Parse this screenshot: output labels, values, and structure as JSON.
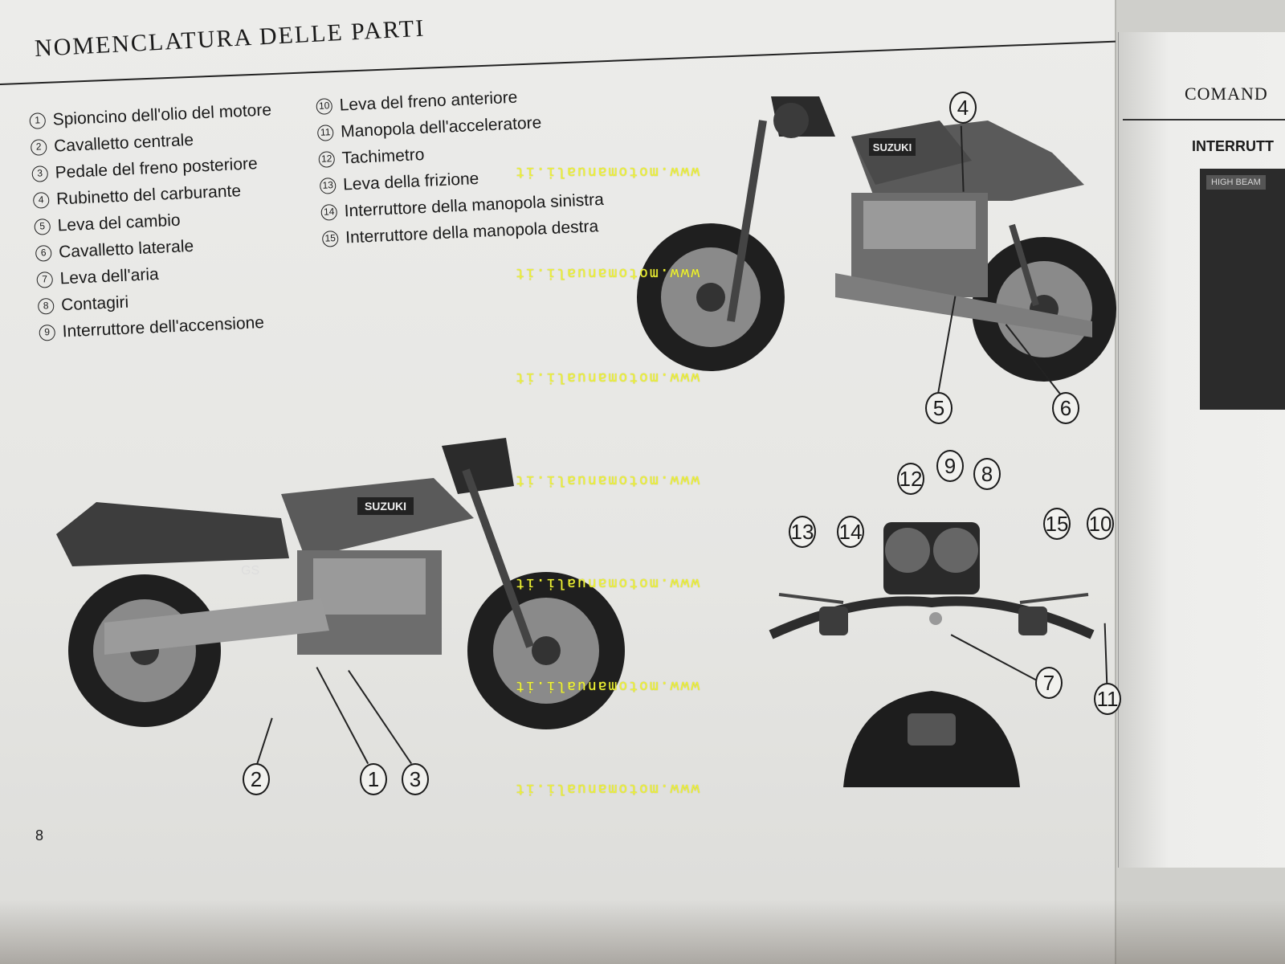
{
  "section_title": "NOMENCLATURA DELLE PARTI",
  "parts_col1": [
    {
      "num": "1",
      "label": "Spioncino dell'olio del motore"
    },
    {
      "num": "2",
      "label": "Cavalletto centrale"
    },
    {
      "num": "3",
      "label": "Pedale del freno posteriore"
    },
    {
      "num": "4",
      "label": "Rubinetto del carburante"
    },
    {
      "num": "5",
      "label": "Leva del cambio"
    },
    {
      "num": "6",
      "label": "Cavalletto laterale"
    },
    {
      "num": "7",
      "label": "Leva dell'aria"
    },
    {
      "num": "8",
      "label": "Contagiri"
    },
    {
      "num": "9",
      "label": "Interruttore dell'accensione"
    }
  ],
  "parts_col2": [
    {
      "num": "10",
      "label": "Leva del freno anteriore"
    },
    {
      "num": "11",
      "label": "Manopola dell'acceleratore"
    },
    {
      "num": "12",
      "label": "Tachimetro"
    },
    {
      "num": "13",
      "label": "Leva della frizione"
    },
    {
      "num": "14",
      "label": "Interruttore della manopola sinistra"
    },
    {
      "num": "15",
      "label": "Interruttore della manopola destra"
    }
  ],
  "callouts": {
    "photo1": [
      "4",
      "5",
      "6"
    ],
    "photo2": [
      "2",
      "1",
      "3"
    ],
    "photo3": [
      "12",
      "9",
      "8",
      "13",
      "14",
      "15",
      "10",
      "7",
      "11"
    ]
  },
  "tank_logo": "SUZUKI",
  "side_badge": "GS",
  "watermark": "www.motomanuali.it",
  "page_number": "8",
  "right_page": {
    "header": "COMAND",
    "subheader": "INTERRUTT",
    "photo_label": "HIGH BEAM"
  }
}
